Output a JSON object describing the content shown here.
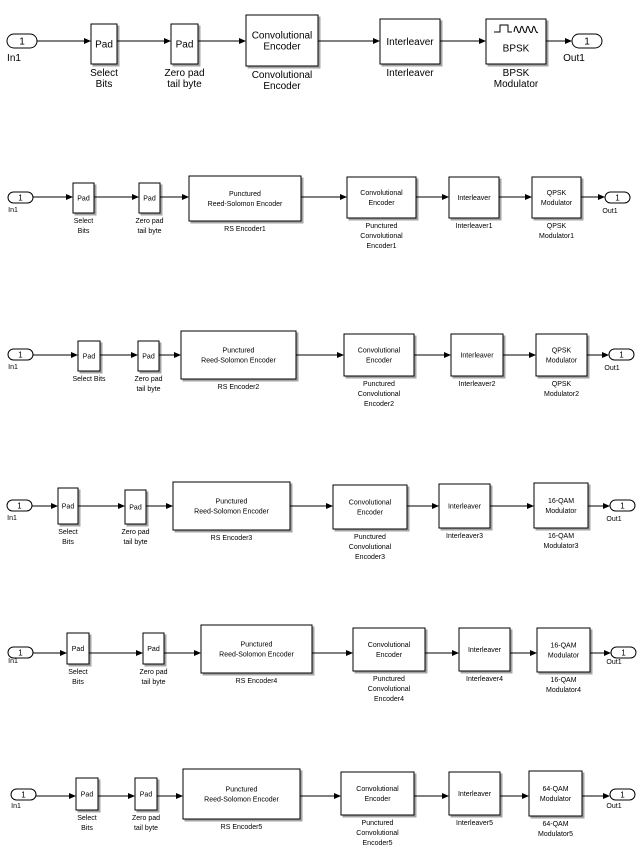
{
  "rows": [
    {
      "in_port": {
        "number": "1",
        "label": "In1"
      },
      "out_port": {
        "number": "1",
        "label": "Out1"
      },
      "blocks": [
        {
          "text": [
            "Pad"
          ],
          "caption": [
            "Select",
            "Bits"
          ]
        },
        {
          "text": [
            "Pad"
          ],
          "caption": [
            "Zero pad",
            "tail byte"
          ]
        },
        {
          "text": [
            "Convolutional",
            "Encoder"
          ],
          "caption": [
            "Convolutional",
            "Encoder"
          ]
        },
        {
          "text": [
            "Interleaver"
          ],
          "caption": [
            "Interleaver"
          ]
        },
        {
          "text": [
            "BPSK"
          ],
          "caption": [
            "BPSK",
            "Modulator"
          ],
          "icon": "bpsk-waveform-icon"
        }
      ]
    },
    {
      "in_port": {
        "number": "1",
        "label": "In1"
      },
      "out_port": {
        "number": "1",
        "label": "Out1"
      },
      "blocks": [
        {
          "text": [
            "Pad"
          ],
          "caption": [
            "Select",
            "Bits"
          ]
        },
        {
          "text": [
            "Pad"
          ],
          "caption": [
            "Zero pad",
            "tail byte"
          ]
        },
        {
          "text": [
            "Punctured",
            "Reed-Solomon Encoder"
          ],
          "caption": [
            "RS Encoder1"
          ]
        },
        {
          "text": [
            "Convolutional",
            "Encoder"
          ],
          "caption": [
            "Punctured",
            "Convolutional",
            "Encoder1"
          ]
        },
        {
          "text": [
            "Interleaver"
          ],
          "caption": [
            "Interleaver1"
          ]
        },
        {
          "text": [
            "QPSK",
            "Modulator"
          ],
          "caption": [
            "QPSK",
            "Modulator1"
          ]
        }
      ]
    },
    {
      "in_port": {
        "number": "1",
        "label": "In1"
      },
      "out_port": {
        "number": "1",
        "label": "Out1"
      },
      "blocks": [
        {
          "text": [
            "Pad"
          ],
          "caption": [
            "Select Bits"
          ]
        },
        {
          "text": [
            "Pad"
          ],
          "caption": [
            "Zero pad",
            "tail byte"
          ]
        },
        {
          "text": [
            "Punctured",
            "Reed-Solomon Encoder"
          ],
          "caption": [
            "RS Encoder2"
          ]
        },
        {
          "text": [
            "Convolutional",
            "Encoder"
          ],
          "caption": [
            "Punctured",
            "Convolutional",
            "Encoder2"
          ]
        },
        {
          "text": [
            "Interleaver"
          ],
          "caption": [
            "Interleaver2"
          ]
        },
        {
          "text": [
            "QPSK",
            "Modulator"
          ],
          "caption": [
            "QPSK",
            "Modulator2"
          ]
        }
      ]
    },
    {
      "in_port": {
        "number": "1",
        "label": "In1"
      },
      "out_port": {
        "number": "1",
        "label": "Out1"
      },
      "blocks": [
        {
          "text": [
            "Pad"
          ],
          "caption": [
            "Select",
            "Bits"
          ]
        },
        {
          "text": [
            "Pad"
          ],
          "caption": [
            "Zero pad",
            "tail byte"
          ]
        },
        {
          "text": [
            "Punctured",
            "Reed-Solomon Encoder"
          ],
          "caption": [
            "RS Encoder3"
          ]
        },
        {
          "text": [
            "Convolutional",
            "Encoder"
          ],
          "caption": [
            "Punctured",
            "Convolutional",
            "Encoder3"
          ]
        },
        {
          "text": [
            "Interleaver"
          ],
          "caption": [
            "Interleaver3"
          ]
        },
        {
          "text": [
            "16-QAM",
            "Modulator"
          ],
          "caption": [
            "16-QAM",
            "Modulator3"
          ]
        }
      ]
    },
    {
      "in_port": {
        "number": "1",
        "label": "In1"
      },
      "out_port": {
        "number": "1",
        "label": "Out1"
      },
      "blocks": [
        {
          "text": [
            "Pad"
          ],
          "caption": [
            "Select",
            "Bits"
          ]
        },
        {
          "text": [
            "Pad"
          ],
          "caption": [
            "Zero pad",
            "tail byte"
          ]
        },
        {
          "text": [
            "Punctured",
            "Reed-Solomon Encoder"
          ],
          "caption": [
            "RS Encoder4"
          ]
        },
        {
          "text": [
            "Convolutional",
            "Encoder"
          ],
          "caption": [
            "Punctured",
            "Convolutional",
            "Encoder4"
          ]
        },
        {
          "text": [
            "Interleaver"
          ],
          "caption": [
            "Interleaver4"
          ]
        },
        {
          "text": [
            "16-QAM",
            "Modulator"
          ],
          "caption": [
            "16-QAM",
            "Modulator4"
          ]
        }
      ]
    },
    {
      "in_port": {
        "number": "1",
        "label": "In1"
      },
      "out_port": {
        "number": "1",
        "label": "Out1"
      },
      "blocks": [
        {
          "text": [
            "Pad"
          ],
          "caption": [
            "Select",
            "Bits"
          ]
        },
        {
          "text": [
            "Pad"
          ],
          "caption": [
            "Zero pad",
            "tail byte"
          ]
        },
        {
          "text": [
            "Punctured",
            "Reed-Solomon Encoder"
          ],
          "caption": [
            "RS Encoder5"
          ]
        },
        {
          "text": [
            "Convolutional",
            "Encoder"
          ],
          "caption": [
            "Punctured",
            "Convolutional",
            "Encoder5"
          ]
        },
        {
          "text": [
            "Interleaver"
          ],
          "caption": [
            "Interleaver5"
          ]
        },
        {
          "text": [
            "64-QAM",
            "Modulator"
          ],
          "caption": [
            "64-QAM",
            "Modulator5"
          ]
        }
      ]
    }
  ]
}
